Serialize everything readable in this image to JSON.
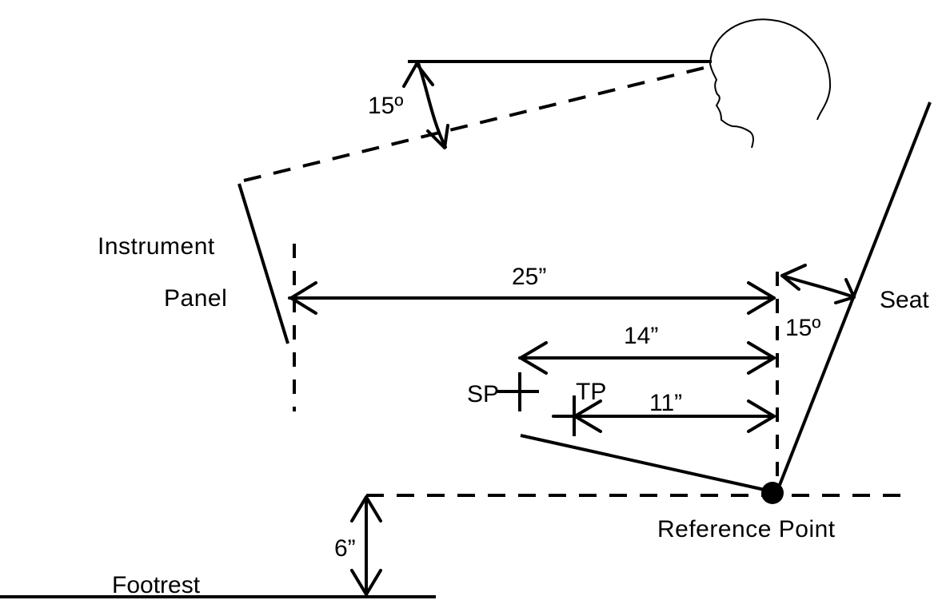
{
  "labels": {
    "angle_eye": "15º",
    "instrument_line1": "Instrument",
    "instrument_line2": "Panel",
    "dim_25": "25”",
    "dim_14": "14”",
    "dim_11": "11”",
    "dim_6": "6”",
    "seat": "Seat",
    "angle_seat": "15º",
    "sp": "SP",
    "tp": "TP",
    "footrest": "Footrest",
    "reference_point": "Reference Point"
  }
}
